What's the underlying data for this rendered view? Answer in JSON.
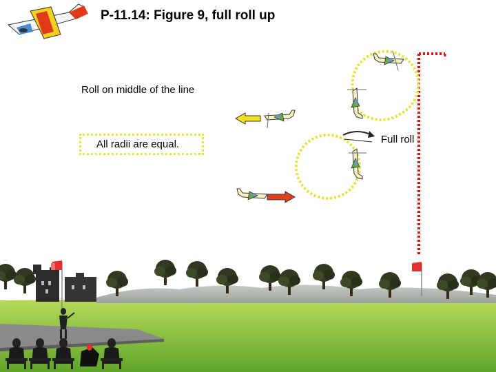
{
  "title": "P-11.14: Figure 9, full roll up",
  "labels": {
    "roll_on_middle": "Roll on middle of the line",
    "all_radii": "All radii are equal.",
    "full_roll": "Full roll"
  },
  "colors": {
    "loop_path": "#e8e23a",
    "vertical_line": "#d01818",
    "arrow_entry": "#e04020",
    "arrow_exit": "#f0e020",
    "sky": "#ffffff",
    "grass": "#8cc83a",
    "runway": "#8a8a8a"
  },
  "icons": [
    "aerobatic-plane-icon",
    "windsock-icon",
    "pilot-icon",
    "judge-icon",
    "tree-icon",
    "castle-icon"
  ]
}
